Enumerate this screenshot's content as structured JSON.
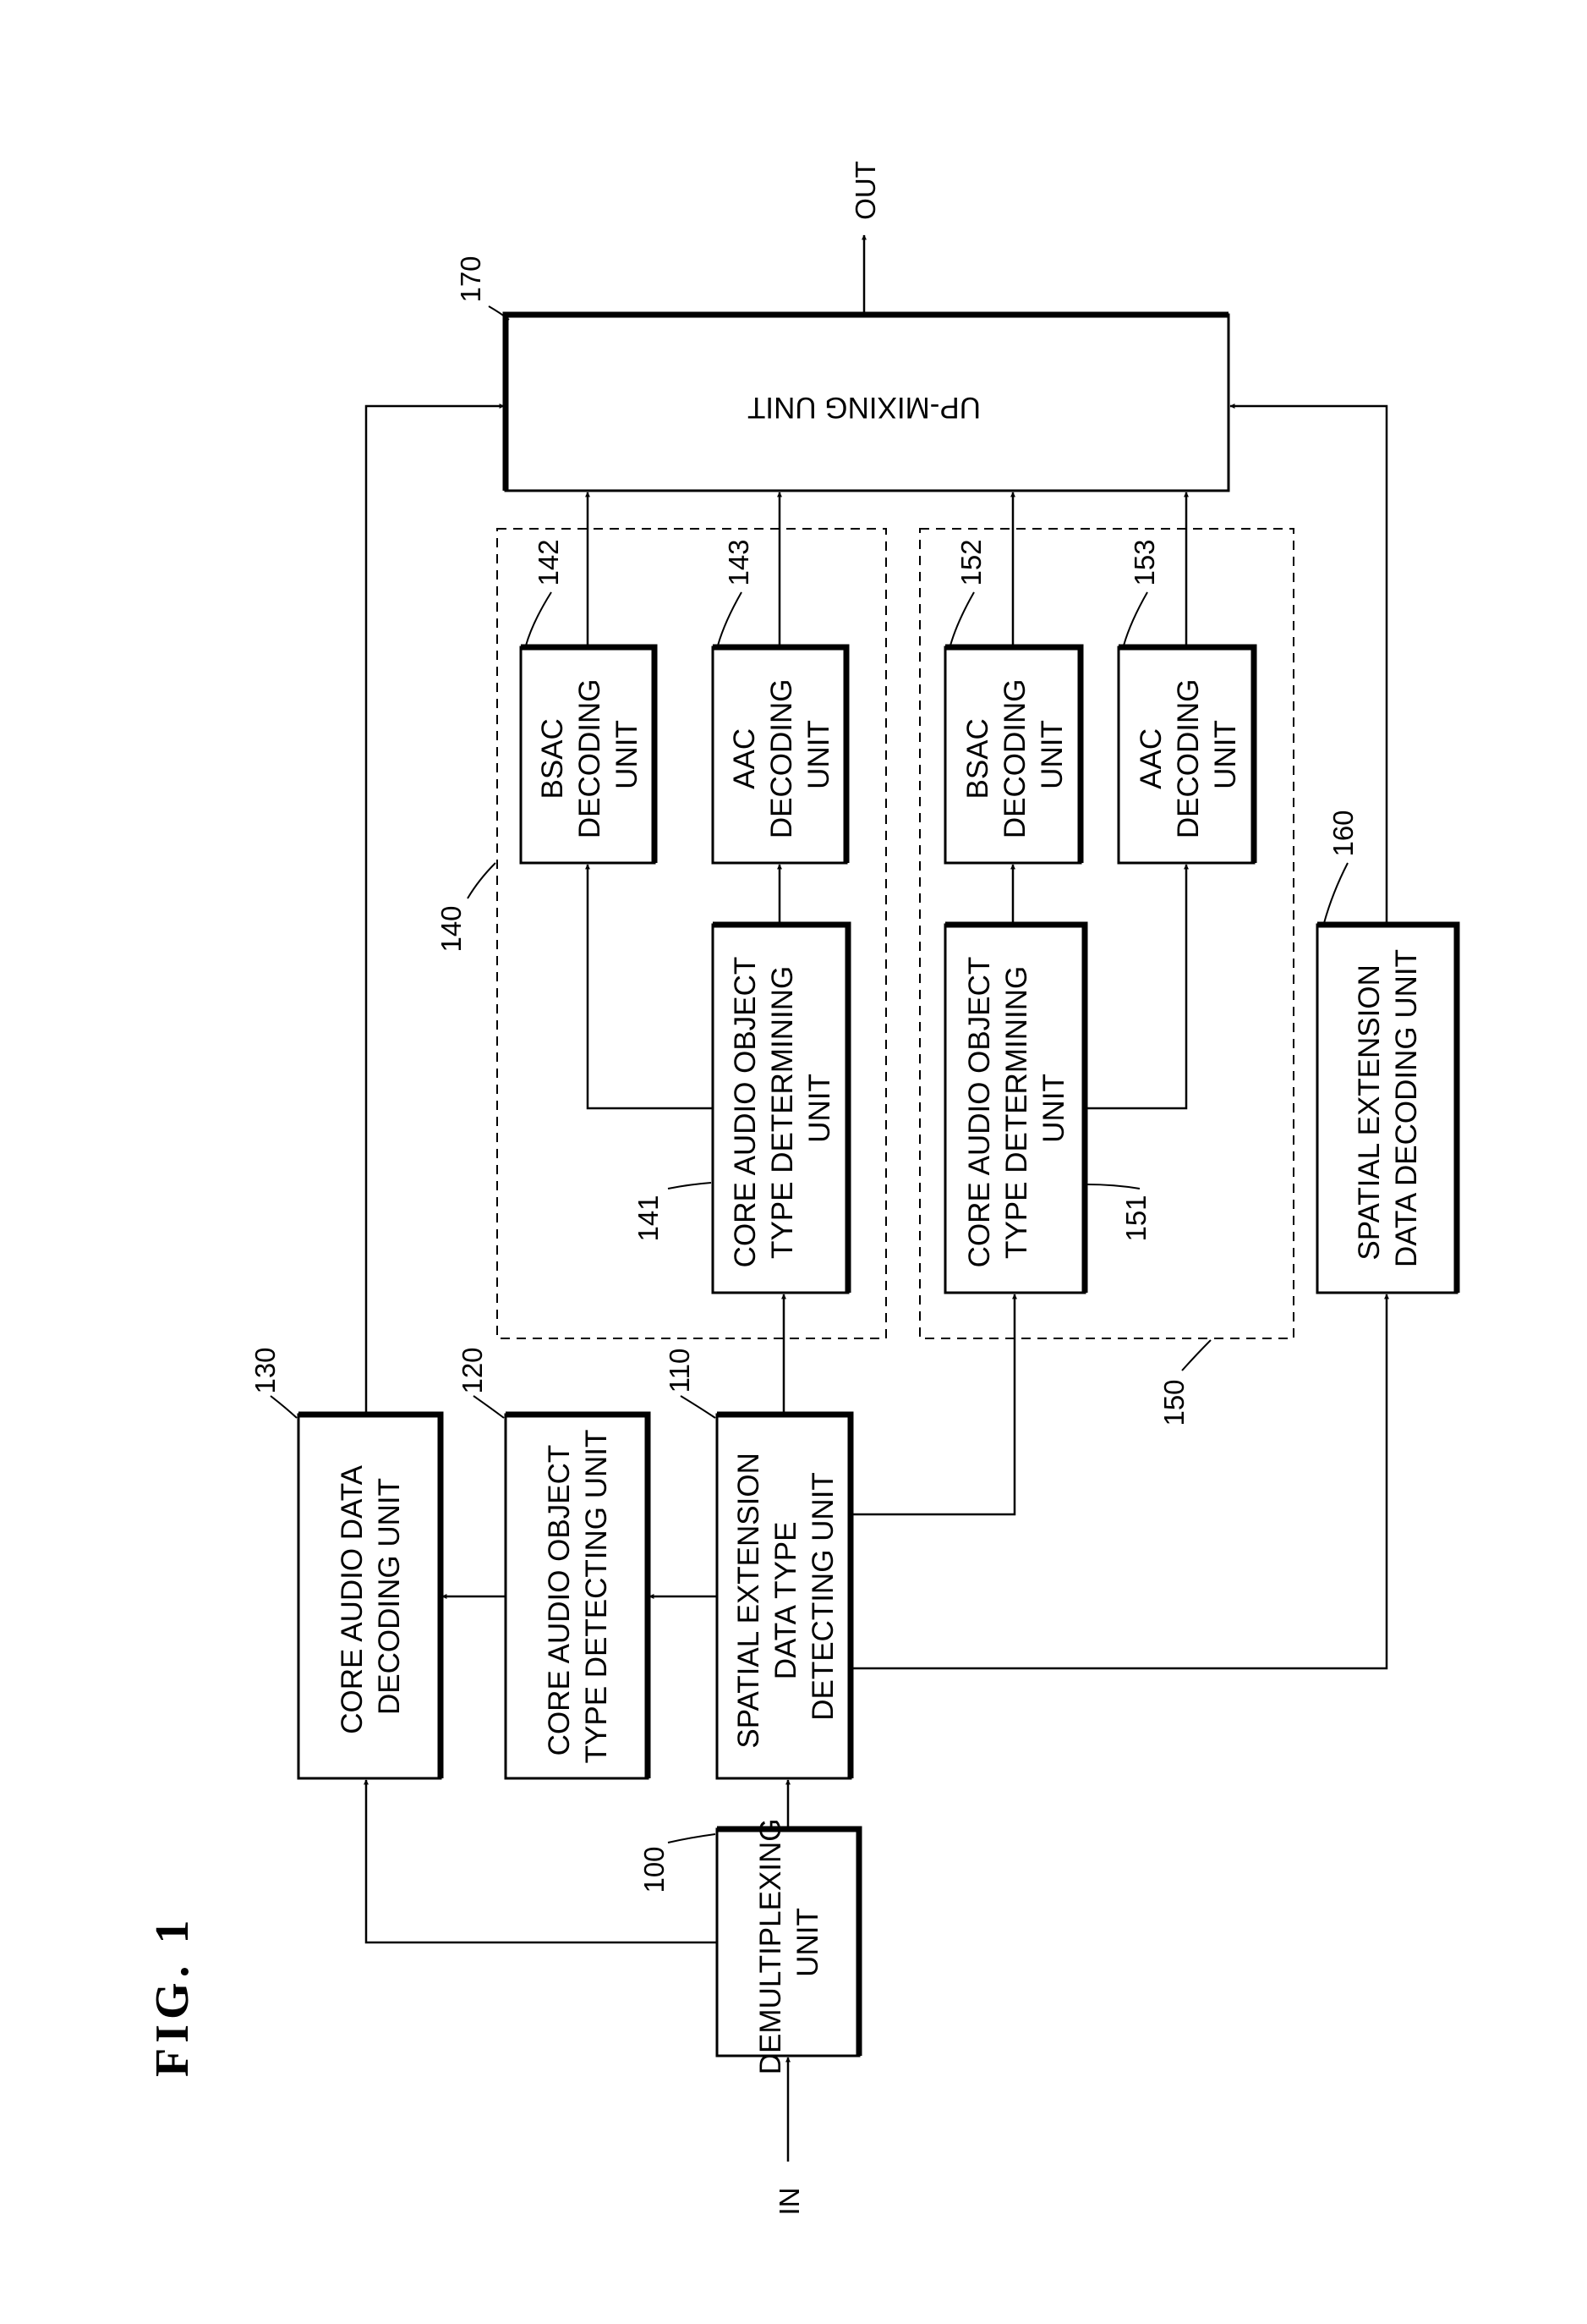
{
  "figure": {
    "title": "FIG.  1"
  },
  "terminals": {
    "input": "IN",
    "output": "OUT"
  },
  "blocks": {
    "demux": {
      "ref": "100",
      "lines": [
        "DEMULTIPLEXING",
        "UNIT"
      ]
    },
    "spatial_ext_type": {
      "ref": "110",
      "lines": [
        "SPATIAL EXTENSION",
        "DATA TYPE",
        "DETECTING UNIT"
      ]
    },
    "core_obj_detect": {
      "ref": "120",
      "lines": [
        "CORE AUDIO OBJECT",
        "TYPE DETECTING UNIT"
      ]
    },
    "core_data_decode": {
      "ref": "130",
      "lines": [
        "CORE AUDIO DATA",
        "DECODING UNIT"
      ]
    },
    "group_a": {
      "ref": "140"
    },
    "core_det_a": {
      "ref": "141",
      "lines": [
        "CORE AUDIO OBJECT",
        "TYPE DETERMINING",
        "UNIT"
      ]
    },
    "bsac_a": {
      "ref": "142",
      "lines": [
        "BSAC",
        "DECODING",
        "UNIT"
      ]
    },
    "aac_a": {
      "ref": "143",
      "lines": [
        "AAC",
        "DECODING",
        "UNIT"
      ]
    },
    "group_b": {
      "ref": "150"
    },
    "core_det_b": {
      "ref": "151",
      "lines": [
        "CORE AUDIO OBJECT",
        "TYPE DETERMINING",
        "UNIT"
      ]
    },
    "bsac_b": {
      "ref": "152",
      "lines": [
        "BSAC",
        "DECODING",
        "UNIT"
      ]
    },
    "aac_b": {
      "ref": "153",
      "lines": [
        "AAC",
        "DECODING",
        "UNIT"
      ]
    },
    "spatial_ext_decode": {
      "ref": "160",
      "lines": [
        "SPATIAL EXTENSION",
        "DATA DECODING UNIT"
      ]
    },
    "upmix": {
      "ref": "170",
      "lines": [
        "UP-MIXING UNIT"
      ]
    }
  }
}
